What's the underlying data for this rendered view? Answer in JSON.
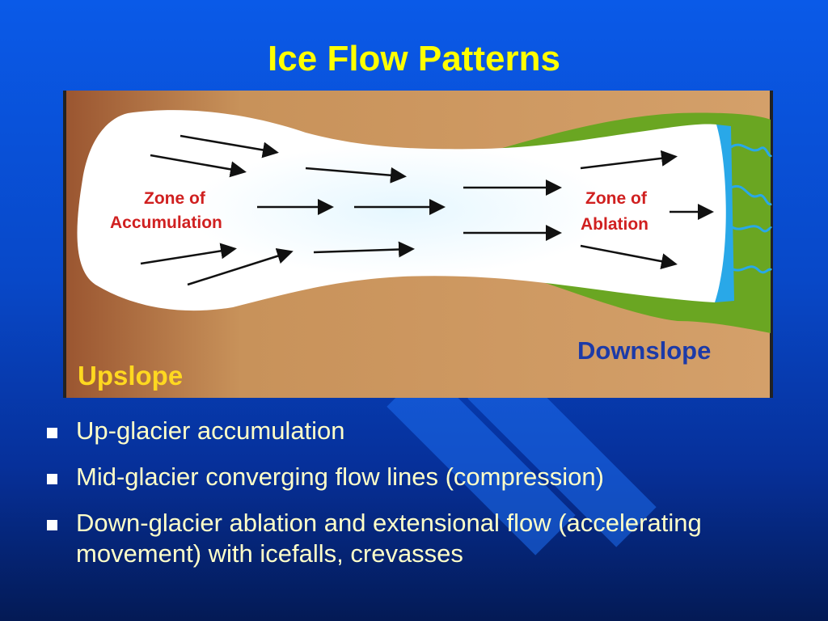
{
  "slide": {
    "title": "Ice Flow Patterns",
    "colors": {
      "title": "#ffff00",
      "bullet_text": "#ffffc8",
      "background": "#0848c8"
    }
  },
  "diagram": {
    "zone_accumulation_line1": "Zone of",
    "zone_accumulation_line2": "Accumulation",
    "zone_ablation_line1": "Zone of",
    "zone_ablation_line2": "Ablation",
    "upslope": "Upslope",
    "downslope": "Downslope",
    "colors": {
      "ground": "#c8925a",
      "ice": "#ffffff",
      "vegetation": "#6aa622",
      "water": "#29a8e8",
      "zone_label": "#d02020",
      "upslope_label": "#ffd820",
      "downslope_label": "#1c3aa8",
      "arrow": "#111111"
    }
  },
  "bullets": [
    {
      "text": "Up-glacier accumulation"
    },
    {
      "text": "Mid-glacier converging flow lines (compression)"
    },
    {
      "text": "Down-glacier ablation and extensional flow (accelerating movement) with icefalls, crevasses"
    }
  ]
}
